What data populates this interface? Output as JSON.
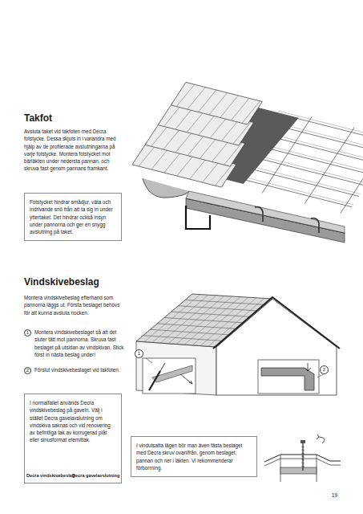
{
  "diagram": {
    "nodes": [
      {
        "text": [
          "Fotstycket hindrar smådjur, väta och indrivande snö från att ta sig in under yttertaket. Det hindrar också insyn under pannorna och ger en snygg avslutning på taket."
        ]
      },
      {
        "text": [
          "I normalfallet används Decra vindskivebeslag på gaveln. Välj i stället Decra gavelavslutning om vindskiva saknas och vid renovering av befintliga tak av korrugerad plåt eller sinusformat eternittak."
        ]
      },
      {
        "text": [
          "I vindutsatta lägen bör man även fästa beslaget med Decra skruv ovanifrån, genom beslaget, pannan och ner i läkten. Vi rekommenderar förborrning."
        ]
      },
      {
        "text": [
          "1"
        ]
      },
      {
        "text": [
          "2"
        ]
      },
      {
        "text": [
          "1"
        ]
      },
      {
        "text": [
          "2"
        ]
      }
    ],
    "labels": [
      "Takfot",
      "Avsluta taket vid takfoten med Decra fotstycke. Dessa skjuts in i varandra med hjälp av de profilerade avslutningarna på varje fotstycke. Montera fotstycket mot bärläkten under nedersta pannan, och skruva fast genom pannans framkant.",
      "Vindskivebeslag",
      "Montera vindskivebeslag efterhand som pannorna läggs ut. Första beslaget behövs för att kunna avsluta nocken.",
      "Montera vindskivebeslaget så att det sluter tätt mot pannorna. Skruva fast beslaget på utsidan av vindskivan. Stick först in nästa beslag under!",
      "Förslut vindskivebeslaget vid takfoten.",
      "Decra vindskivebeslag",
      "Decra gavelavslutning",
      "19"
    ]
  }
}
